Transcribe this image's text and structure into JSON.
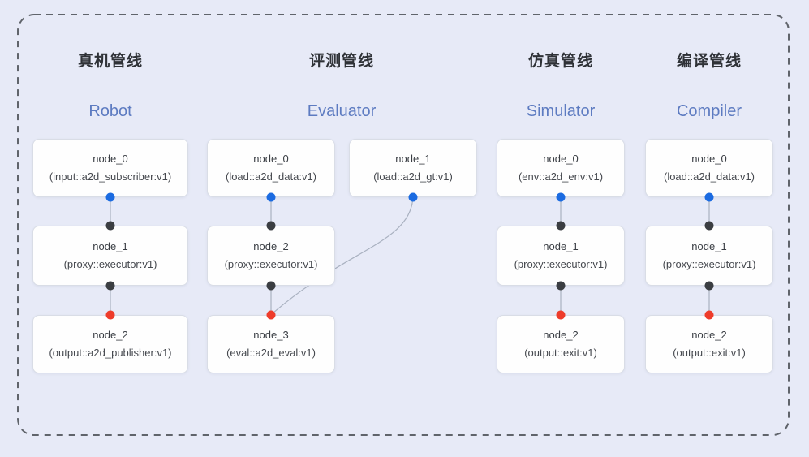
{
  "pipelines": [
    {
      "title_zh": "真机管线",
      "title_en": "Robot",
      "nodes": [
        {
          "name": "node_0",
          "impl": "(input::a2d_subscriber:v1)"
        },
        {
          "name": "node_1",
          "impl": "(proxy::executor:v1)"
        },
        {
          "name": "node_2",
          "impl": "(output::a2d_publisher:v1)"
        }
      ],
      "connections": [
        "node_0 -> node_1",
        "node_1 -> node_2"
      ]
    },
    {
      "title_zh": "评测管线",
      "title_en": "Evaluator",
      "nodes": [
        {
          "name": "node_0",
          "impl": "(load::a2d_data:v1)"
        },
        {
          "name": "node_1",
          "impl": "(load::a2d_gt:v1)"
        },
        {
          "name": "node_2",
          "impl": "(proxy::executor:v1)"
        },
        {
          "name": "node_3",
          "impl": "(eval::a2d_eval:v1)"
        }
      ],
      "connections": [
        "node_0 -> node_2",
        "node_1 -> node_3",
        "node_2 -> node_3"
      ]
    },
    {
      "title_zh": "仿真管线",
      "title_en": "Simulator",
      "nodes": [
        {
          "name": "node_0",
          "impl": "(env::a2d_env:v1)"
        },
        {
          "name": "node_1",
          "impl": "(proxy::executor:v1)"
        },
        {
          "name": "node_2",
          "impl": "(output::exit:v1)"
        }
      ],
      "connections": [
        "node_0 -> node_1",
        "node_1 -> node_2"
      ]
    },
    {
      "title_zh": "编译管线",
      "title_en": "Compiler",
      "nodes": [
        {
          "name": "node_0",
          "impl": "(load::a2d_data:v1)"
        },
        {
          "name": "node_1",
          "impl": "(proxy::executor:v1)"
        },
        {
          "name": "node_2",
          "impl": "(output::exit:v1)"
        }
      ],
      "connections": [
        "node_0 -> node_1",
        "node_1 -> node_2"
      ]
    }
  ],
  "colors": {
    "background": "#e7eaf7",
    "dashed_border": "#60646b",
    "edge_line": "#a9b1c0",
    "accent_title_en": "#5d7bc1",
    "port_output_blue": "#1b6be1",
    "port_mid_black": "#3b3e42",
    "port_terminal_red": "#ee3c2b"
  }
}
